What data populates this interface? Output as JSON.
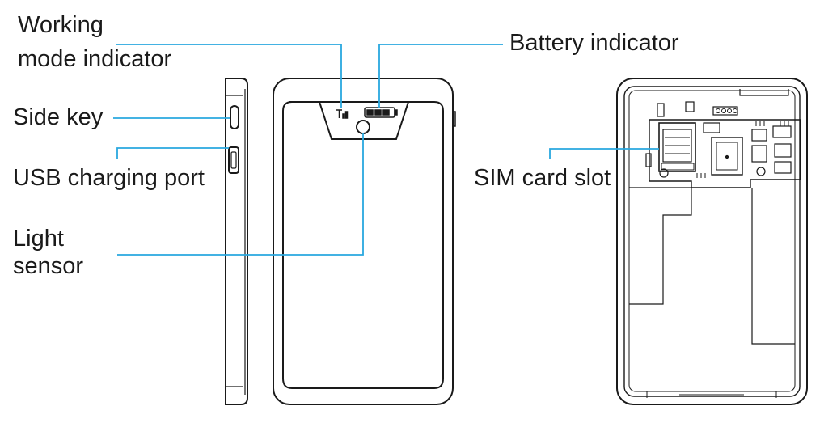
{
  "labels": {
    "working_mode_line1": "Working",
    "working_mode_line2": "mode indicator",
    "battery_indicator": "Battery indicator",
    "side_key": "Side key",
    "usb_charging_port": "USB charging port",
    "light_sensor_line1": "Light",
    "light_sensor_line2": "sensor",
    "sim_card_slot": "SIM card slot"
  },
  "colors": {
    "callout": "#29a8df",
    "outline": "#1a1a1a",
    "text": "#1a1a1a",
    "background": "#ffffff"
  },
  "icons": {
    "signal": "signal-bars-icon",
    "battery": "battery-icon"
  }
}
